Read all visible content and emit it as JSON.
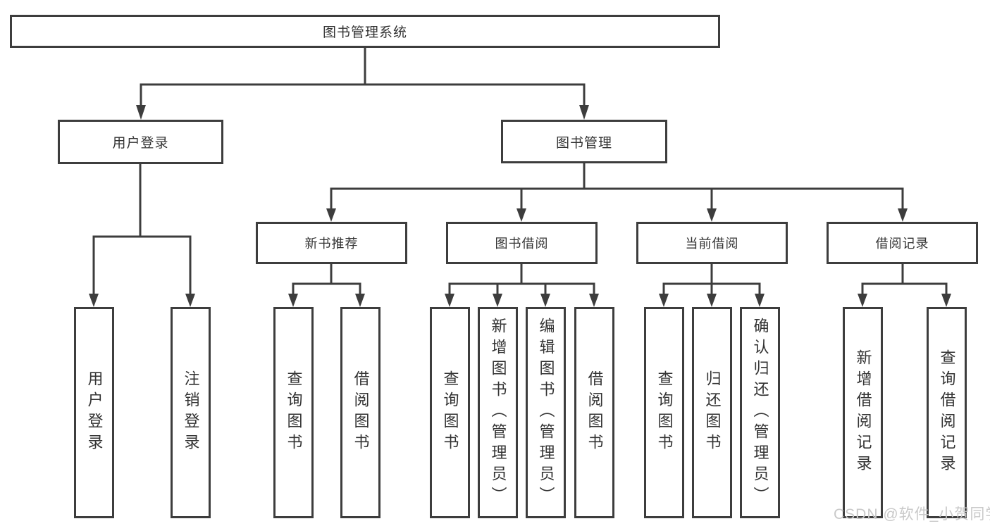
{
  "tree": {
    "root": "图书管理系统",
    "level2": [
      "用户登录",
      "图书管理"
    ],
    "level3": [
      "新书推荐",
      "图书借阅",
      "当前借阅",
      "借阅记录"
    ],
    "leaves": {
      "login": [
        "用户登录",
        "注销登录"
      ],
      "recommend": [
        "查询图书",
        "借阅图书"
      ],
      "borrow": [
        "查询图书",
        "新增图书（管理员）",
        "编辑图书（管理员）",
        "借阅图书"
      ],
      "current": [
        "查询图书",
        "归还图书",
        "确认归还（管理员）"
      ],
      "records": [
        "新增借阅记录",
        "查询借阅记录"
      ]
    }
  },
  "watermark": "CSDN @软件_小贺同学",
  "colors": {
    "line": "#3d3d3d",
    "text": "#333333",
    "watermark": "#c9c9c9",
    "background": "#ffffff"
  }
}
